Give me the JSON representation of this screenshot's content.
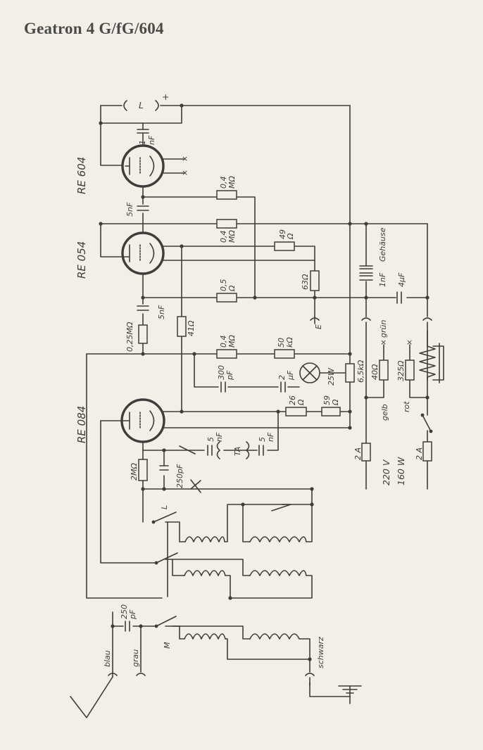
{
  "title": "Geatron 4 G/fG/604",
  "tubes": {
    "top": "RE 604",
    "middle": "RE 054",
    "bottom": "RE 084"
  },
  "labels": {
    "L": "L",
    "plus": "+",
    "cap_1nF_top": "1",
    "cap_1nF_top_unit": "nF",
    "cap_5nF_a": "5nF",
    "r_04M_a": "0,4",
    "r_04M_a_unit": "MΩ",
    "r_04M_b": "0,4",
    "r_04M_b_unit": "MΩ",
    "r_49": "49",
    "r_49_unit": "Ω",
    "r_63": "63Ω",
    "r_05": "0,5",
    "r_05_unit": "Ω",
    "cap_1nF": "1nF",
    "gehause": "Gehäuse",
    "cap_4uF": "4µF",
    "E": "E",
    "r_025M": "0,25MΩ",
    "cap_5nF_b": "5nF",
    "r_41": "41Ω",
    "r_04M_c": "0,4",
    "r_04M_c_unit": "MΩ",
    "r_50k": "50",
    "r_50k_unit": "kΩ",
    "cap_300pF": "300",
    "cap_300pF_unit": "pF",
    "cap_2uF": "2",
    "cap_2uF_unit": "µF",
    "lamp": "25W",
    "r_65k": "6,5kΩ",
    "r_40": "40Ω",
    "r_325": "325Ω",
    "gruen": "grün",
    "r_26": "26",
    "r_26_unit": "Ω",
    "r_59": "59",
    "r_59_unit": "Ω",
    "gelb": "gelb",
    "rot": "rot",
    "cap_5nF_c": "5",
    "cap_5nF_c_unit": "nF",
    "TA": "TA",
    "cap_5nF_d": "5",
    "cap_5nF_d_unit": "nF",
    "r_2M": "2MΩ",
    "cap_250pF_a": "250pF",
    "fuse_a": "2 A",
    "fuse_b": "2 A",
    "mains_v": "220 V",
    "mains_w": "160 W",
    "L_switch": "L",
    "cap_250pF_b": "250",
    "cap_250pF_b_unit": "pF",
    "M": "M",
    "blau": "blau",
    "grau": "grau",
    "schwarz": "schwarz"
  }
}
